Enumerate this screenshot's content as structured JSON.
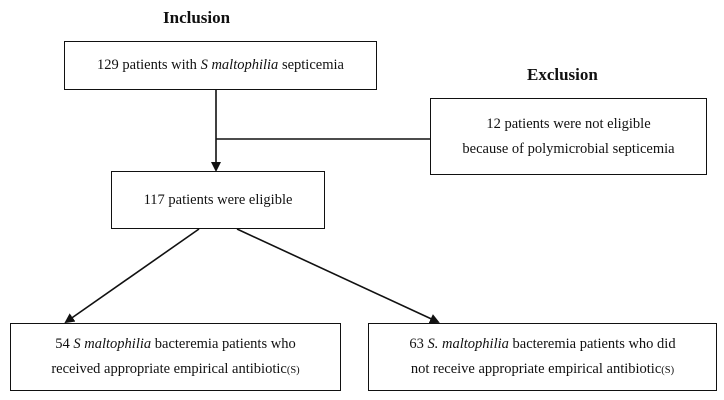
{
  "headings": {
    "inclusion": "Inclusion",
    "exclusion": "Exclusion"
  },
  "boxes": {
    "total": {
      "count": "129",
      "text_a": " patients with ",
      "organism": "S maltophilia",
      "text_b": " septicemia"
    },
    "excluded": {
      "count": "12",
      "line1_rest": " patients were not eligible",
      "line2": "because of polymicrobial septicemia"
    },
    "eligible": {
      "count": "117",
      "text": " patients were eligible"
    },
    "appropriate": {
      "count": "54",
      "organism": "S maltophilia",
      "line1_rest": " bacteremia patients who",
      "line2": "received appropriate empirical antibiotic",
      "suffix": "(S)"
    },
    "inappropriate": {
      "count": "63",
      "organism": "S. maltophilia",
      "line1_rest": " bacteremia patients who did",
      "line2": "not receive appropriate empirical antibiotic",
      "suffix": "(S)"
    }
  }
}
